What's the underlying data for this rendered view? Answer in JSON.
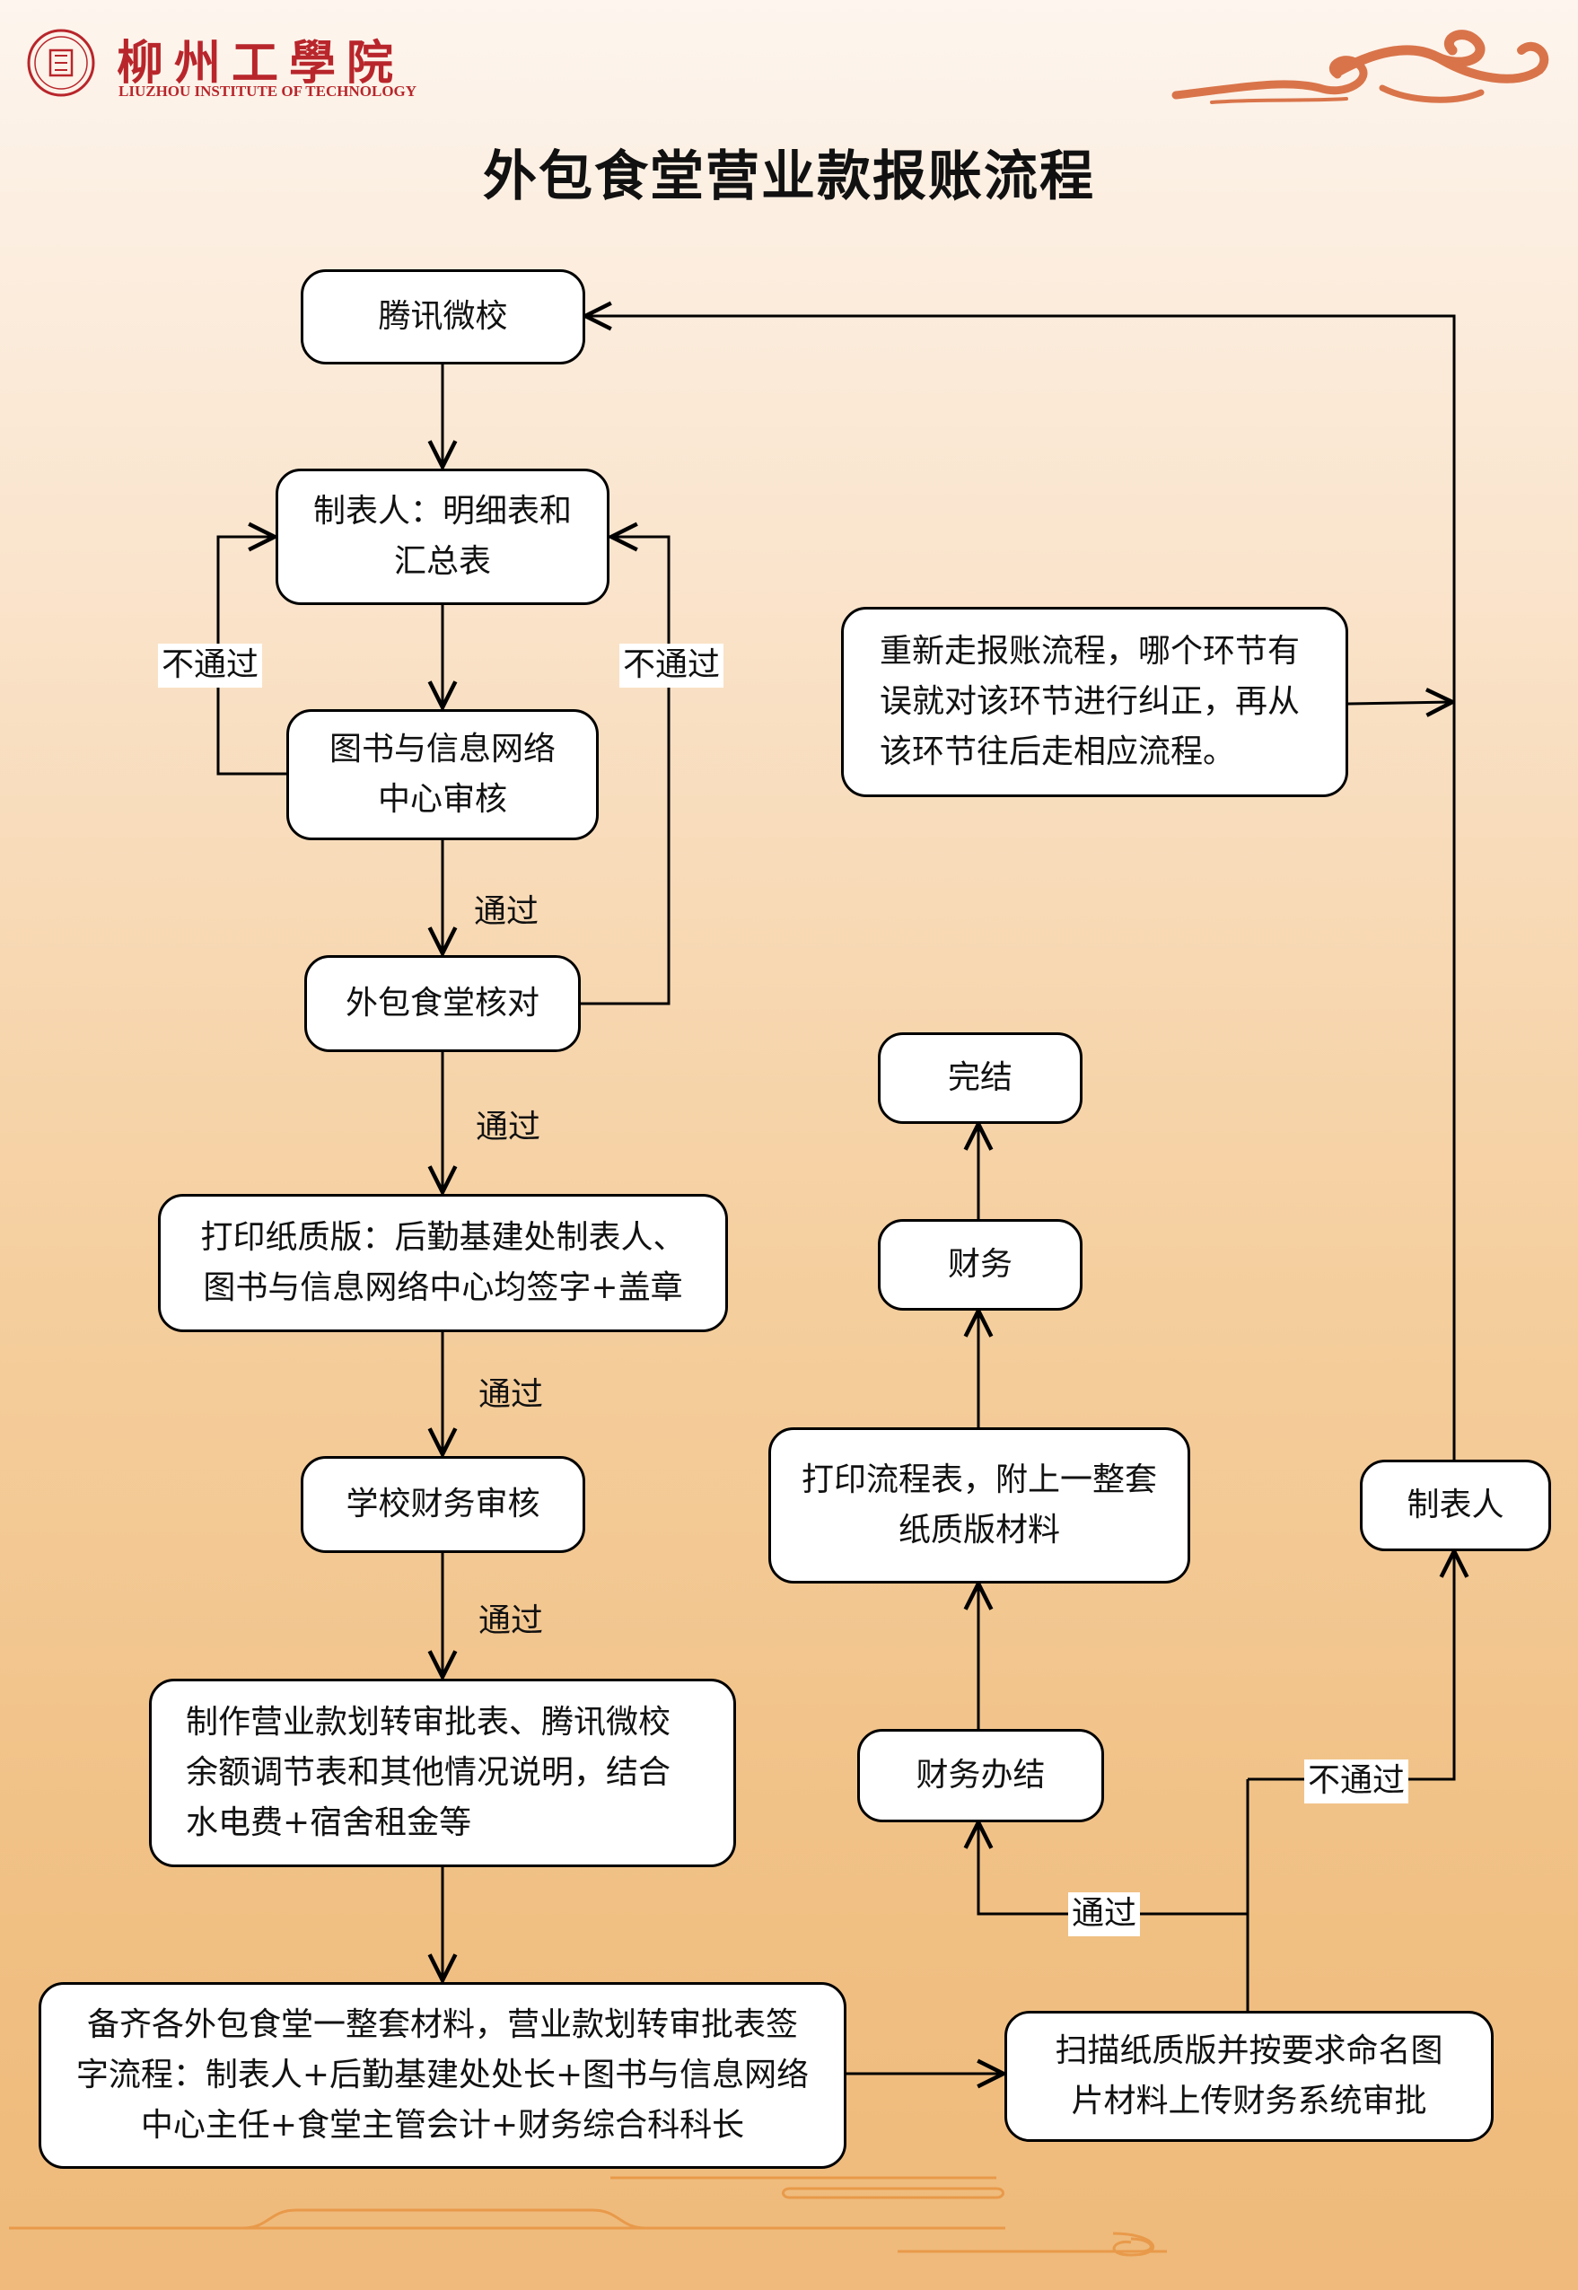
{
  "header": {
    "school_name_cn": "柳州工學院",
    "school_name_en": "LIUZHOU INSTITUTE OF TECHNOLOGY"
  },
  "title": "外包食堂营业款报账流程",
  "nodes": {
    "tencent": "腾讯微校",
    "preparer_tables_l1": "制表人：明细表和",
    "preparer_tables_l2": "汇总表",
    "library_review_l1": "图书与信息网络",
    "library_review_l2": "中心审核",
    "canteen_check": "外包食堂核对",
    "print_paper_l1": "打印纸质版：后勤基建处制表人、",
    "print_paper_l2": "图书与信息网络中心均签字+盖章",
    "finance_review": "学校财务审核",
    "make_forms_l1": "制作营业款划转审批表、腾讯微校",
    "make_forms_l2": "余额调节表和其他情况说明，结合",
    "make_forms_l3": "水电费+宿舍租金等",
    "prepare_all_l1": "备齐各外包食堂一整套材料，营业款划转审批表签",
    "prepare_all_l2": "字流程：制表人+后勤基建处处长+图书与信息网络",
    "prepare_all_l3": "中心主任+食堂主管会计+财务综合科科长",
    "scan_upload_l1": "扫描纸质版并按要求命名图",
    "scan_upload_l2": "片材料上传财务系统审批",
    "finance_done": "财务办结",
    "print_flow_l1": "打印流程表，附上一整套",
    "print_flow_l2": "纸质版材料",
    "finance": "财务",
    "complete": "完结",
    "preparer": "制表人",
    "redo_l1": "重新走报账流程，哪个环节有",
    "redo_l2": "误就对该环节进行纠正，再从",
    "redo_l3": "该环节往后走相应流程。"
  },
  "labels": {
    "fail_left": "不通过",
    "fail_right": "不通过",
    "pass_1": "通过",
    "pass_2": "通过",
    "pass_3": "通过",
    "pass_4": "通过",
    "pass_finance": "通过",
    "fail_scan": "不通过"
  },
  "colors": {
    "logo_red": "#b8262b",
    "cloud_orange": "#d9744a",
    "line": "#000000",
    "box_fill": "#ffffff"
  }
}
